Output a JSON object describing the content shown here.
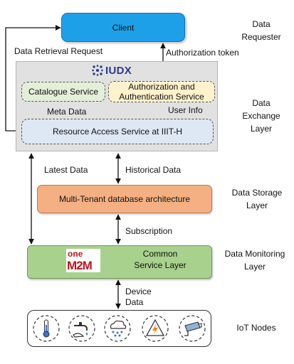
{
  "client": {
    "label": "Client"
  },
  "labels": {
    "data_retrieval_request": "Data Retrieval Request",
    "authorization_token": "Authorization token",
    "meta_data": "Meta Data",
    "user_info": "User Info",
    "latest_data": "Latest Data",
    "historical_data": "Historical Data",
    "subscription": "Subscription",
    "device_data_line1": "Device",
    "device_data_line2": "Data"
  },
  "exchange": {
    "logo_text": "IUDX",
    "catalogue_service": "Catalogue Service",
    "auth_service_line1": "Authorization and",
    "auth_service_line2": "Authentication Service",
    "resource_access": "Resource Access Service at IIIT-H"
  },
  "storage": {
    "label": "Multi-Tenant database architecture"
  },
  "monitoring": {
    "logo_line1": "one",
    "logo_line2": "M2M",
    "label_line1": "Common",
    "label_line2": "Service Layer"
  },
  "layers": {
    "requester_line1": "Data",
    "requester_line2": "Requester",
    "exchange_line1": "Data",
    "exchange_line2": "Exchange",
    "exchange_line3": "Layer",
    "storage_line1": "Data Storage",
    "storage_line2": "Layer",
    "monitoring_line1": "Data Monitoring",
    "monitoring_line2": "Layer",
    "iot": "IoT Nodes"
  },
  "iot_nodes": [
    {
      "icon": "thermometer-icon"
    },
    {
      "icon": "water-tap-icon"
    },
    {
      "icon": "rain-cloud-icon"
    },
    {
      "icon": "electric-hazard-icon"
    },
    {
      "icon": "camera-icon"
    }
  ],
  "colors": {
    "client": "#1ea0e8",
    "exchange_bg": "#e0e0e0",
    "catalogue": "#e4efd9",
    "auth": "#fff2cc",
    "resource": "#dde8f4",
    "storage": "#f4b083",
    "monitoring": "#a9d18e"
  }
}
